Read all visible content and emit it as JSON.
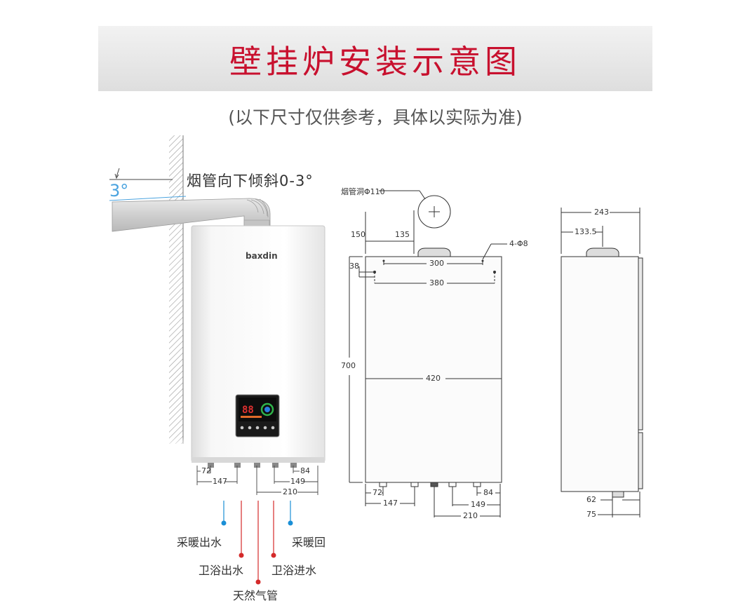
{
  "header": {
    "title": "壁挂炉安装示意图",
    "subtitle": "(以下尺寸仅供参考，具体以实际为准)"
  },
  "left_diagram": {
    "flue_slope_label": "烟管向下倾斜0-3°",
    "angle_label": "3°",
    "brand": "baxdin",
    "pipe_dims": [
      "72",
      "147",
      "84",
      "149",
      "210"
    ],
    "pipe_labels": {
      "heating_out": "采暖出水",
      "heating_return": "采暖回",
      "bath_out": "卫浴出水",
      "bath_in": "卫浴进水",
      "gas": "天然气管"
    }
  },
  "front_view": {
    "flue_hole": "烟管洞Φ110",
    "dims": {
      "d150": "150",
      "d135": "135",
      "mount": "4-Φ8",
      "d38": "38",
      "d300": "300",
      "d380": "380",
      "d700": "700",
      "d420": "420",
      "d72": "72",
      "d147": "147",
      "d84": "84",
      "d149": "149",
      "d210": "210"
    }
  },
  "side_view": {
    "dims": {
      "d243": "243",
      "d133": "133.5",
      "d62": "62",
      "d75": "75"
    }
  },
  "colors": {
    "title": "#c8102e",
    "cold_pipe": "#1a8fd6",
    "hot_pipe": "#d42a2a",
    "angle": "#4aa3df"
  }
}
